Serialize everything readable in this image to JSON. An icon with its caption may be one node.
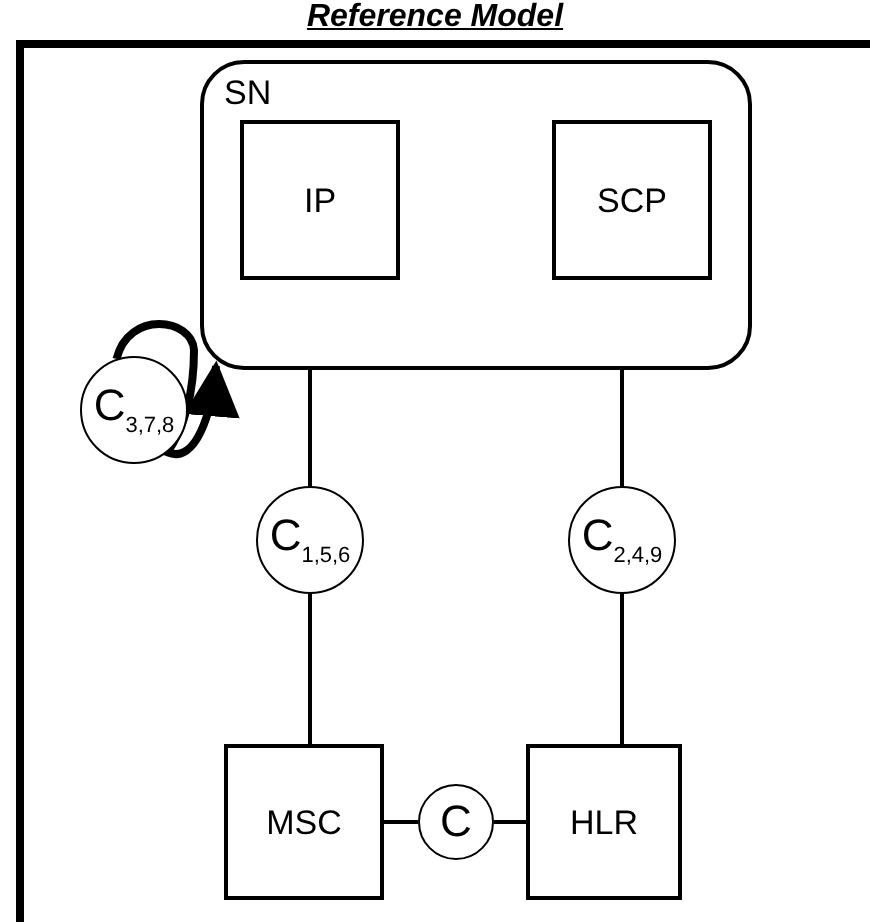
{
  "diagram": {
    "title": "Reference Model",
    "nodes": [
      {
        "text": [
          "SN"
        ]
      },
      {
        "text": [
          "IP"
        ],
        "in": 0
      },
      {
        "text": [
          "SCP"
        ],
        "in": 0
      },
      {
        "text": [
          "C$_{3,7,8}$"
        ]
      },
      {
        "text": [
          "C$_{1,5,6}$"
        ]
      },
      {
        "text": [
          "C$_{2,4,9}$"
        ]
      },
      {
        "text": [
          "MSC"
        ]
      },
      {
        "text": [
          "C"
        ]
      },
      {
        "text": [
          "HLR"
        ]
      }
    ],
    "edges": [
      {
        "from": 3,
        "to": 0,
        "arrow": "to",
        "style": "thick"
      },
      {
        "from": 0,
        "to": 4,
        "arrow": "none"
      },
      {
        "from": 4,
        "to": 6,
        "arrow": "none"
      },
      {
        "from": 0,
        "to": 5,
        "arrow": "none"
      },
      {
        "from": 5,
        "to": 8,
        "arrow": "none"
      },
      {
        "from": 6,
        "to": 7,
        "arrow": "none"
      },
      {
        "from": 7,
        "to": 8,
        "arrow": "none"
      }
    ]
  }
}
